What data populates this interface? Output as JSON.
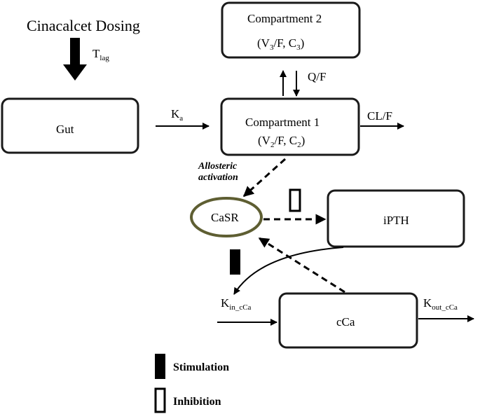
{
  "dosing_label": "Cinacalcet Dosing",
  "tlag": {
    "main": "T",
    "sub": "lag"
  },
  "gut_label": "Gut",
  "ka": {
    "main": "K",
    "sub": "a"
  },
  "compartment1": {
    "title": "Compartment 1",
    "params": {
      "a": "(V",
      "a_sub": "2",
      "b": "/F, C",
      "b_sub": "2",
      "c": ")"
    }
  },
  "compartment2": {
    "title": "Compartment 2",
    "params": {
      "a": "(V",
      "a_sub": "3",
      "b": "/F, C",
      "b_sub": "3",
      "c": ")"
    }
  },
  "qf_label": "Q/F",
  "clf_label": "CL/F",
  "allosteric": {
    "line1": "Allosteric",
    "line2": "activation"
  },
  "casr_label": "CaSR",
  "ipth_label": "iPTH",
  "cca_label": "cCa",
  "kin": {
    "main": "K",
    "sub": "in_cCa"
  },
  "kout": {
    "main": "K",
    "sub": "out_cCa"
  },
  "legend": {
    "stimulation": "Stimulation",
    "inhibition": "Inhibition"
  }
}
